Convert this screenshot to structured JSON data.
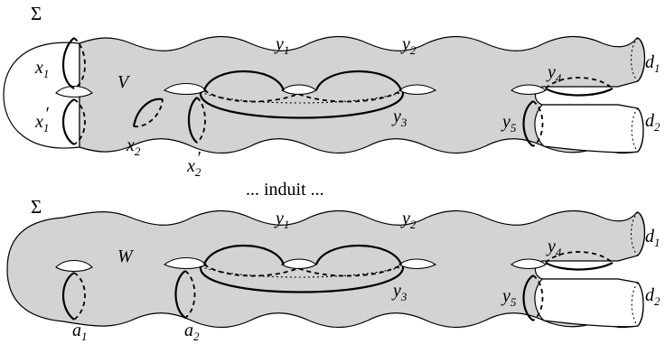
{
  "top": {
    "sigma": "Σ",
    "handlebody": "V",
    "curves": [
      {
        "id": "x1",
        "base": "x",
        "sub": "1",
        "prime": ""
      },
      {
        "id": "x1p",
        "base": "x",
        "sub": "1",
        "prime": "′"
      },
      {
        "id": "x2",
        "base": "x",
        "sub": "2",
        "prime": ""
      },
      {
        "id": "x2p",
        "base": "x",
        "sub": "2",
        "prime": "′"
      },
      {
        "id": "y1",
        "base": "y",
        "sub": "1",
        "prime": ""
      },
      {
        "id": "y2",
        "base": "y",
        "sub": "2",
        "prime": ""
      },
      {
        "id": "y3",
        "base": "y",
        "sub": "3",
        "prime": ""
      },
      {
        "id": "y4",
        "base": "y",
        "sub": "4",
        "prime": ""
      },
      {
        "id": "y5",
        "base": "y",
        "sub": "5",
        "prime": ""
      },
      {
        "id": "d1",
        "base": "d",
        "sub": "1",
        "prime": ""
      },
      {
        "id": "d2",
        "base": "d",
        "sub": "2",
        "prime": ""
      }
    ]
  },
  "middle_text": "... induit ...",
  "bottom": {
    "sigma": "Σ",
    "handlebody": "W",
    "curves": [
      {
        "id": "a1",
        "base": "a",
        "sub": "1",
        "prime": ""
      },
      {
        "id": "a2",
        "base": "a",
        "sub": "2",
        "prime": ""
      },
      {
        "id": "y1",
        "base": "y",
        "sub": "1",
        "prime": ""
      },
      {
        "id": "y2",
        "base": "y",
        "sub": "2",
        "prime": ""
      },
      {
        "id": "y3",
        "base": "y",
        "sub": "3",
        "prime": ""
      },
      {
        "id": "y4",
        "base": "y",
        "sub": "4",
        "prime": ""
      },
      {
        "id": "y5",
        "base": "y",
        "sub": "5",
        "prime": ""
      },
      {
        "id": "d1",
        "base": "d",
        "sub": "1",
        "prime": ""
      },
      {
        "id": "d2",
        "base": "d",
        "sub": "2",
        "prime": ""
      }
    ]
  }
}
